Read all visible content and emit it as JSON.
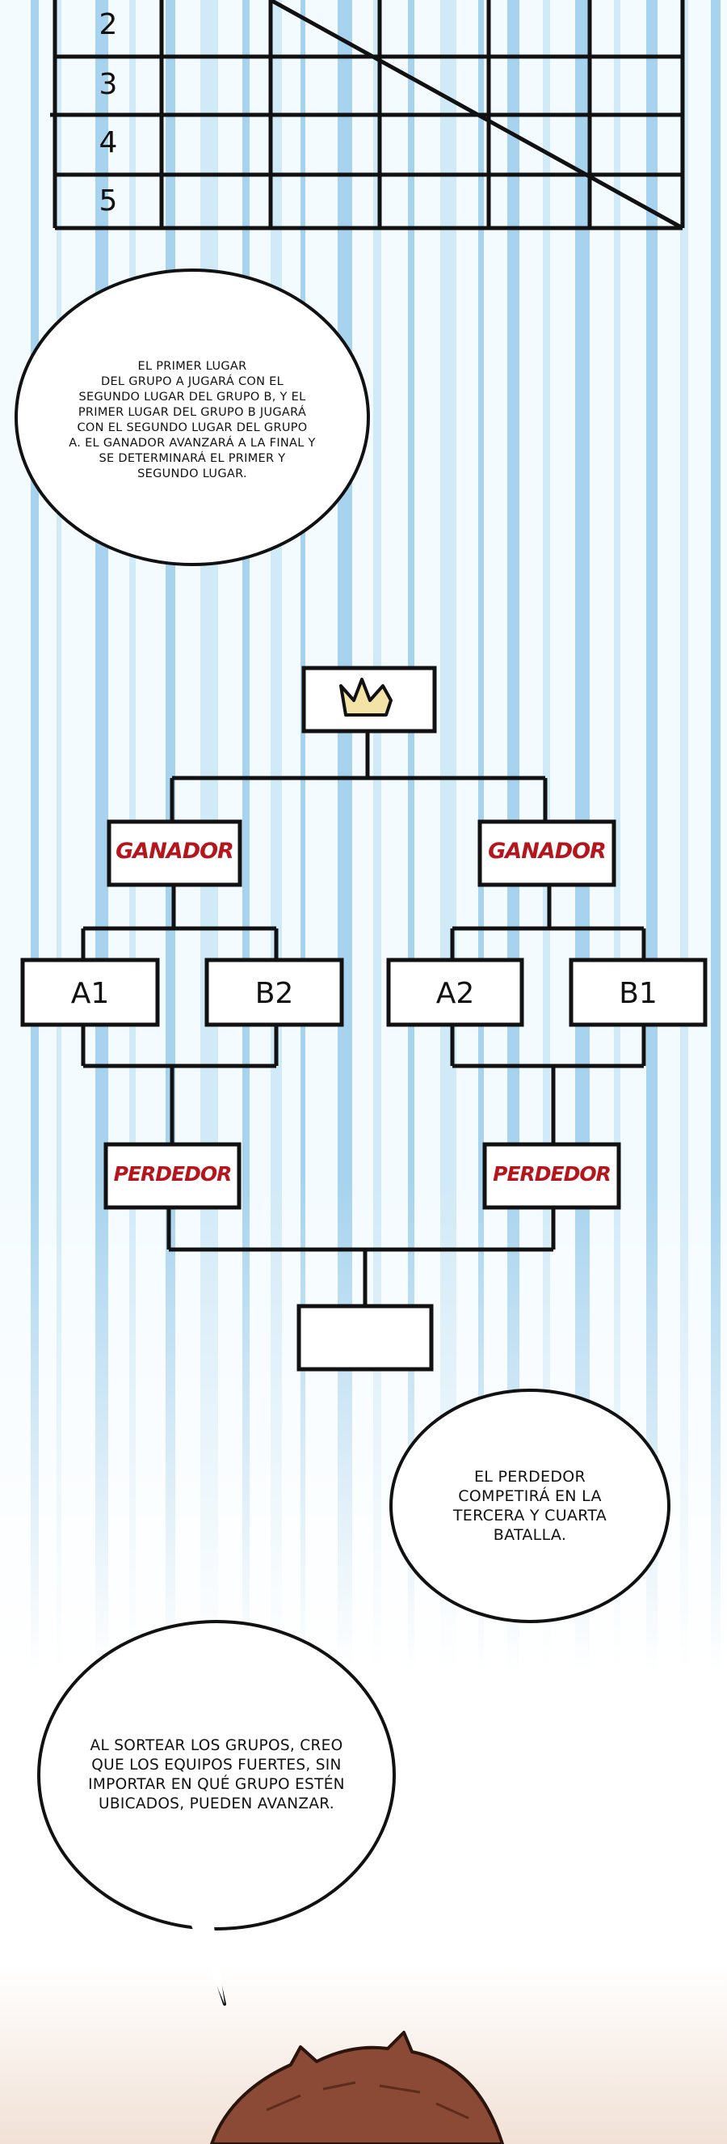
{
  "table": {
    "row_numbers": [
      "2",
      "3",
      "4",
      "5"
    ]
  },
  "bubbles": {
    "top": "EL PRIMER LUGAR\nDEL GRUPO A JUGARÁ CON EL\nSEGUNDO LUGAR DEL GRUPO B, Y EL\nPRIMER LUGAR DEL GRUPO B JUGARÁ\nCON EL SEGUNDO LUGAR DEL GRUPO\nA. EL GANADOR AVANZARÁ A LA FINAL Y\nSE DETERMINARÁ EL PRIMER Y\nSEGUNDO LUGAR.",
    "middle": "EL PERDEDOR\nCOMPETIRÁ EN LA\nTERCERA Y CUARTA\nBATALLA.",
    "bottom": "AL SORTEAR LOS GRUPOS, CREO\nQUE LOS EQUIPOS FUERTES, SIN\nIMPORTAR EN QUÉ GRUPO ESTÉN\nUBICADOS, PUEDEN AVANZAR."
  },
  "bracket": {
    "top_icon": "crown-icon",
    "winner_left": "GANADOR",
    "winner_right": "GANADOR",
    "loser_left": "PERDEDOR",
    "loser_right": "PERDEDOR",
    "teams": [
      "A1",
      "B2",
      "A2",
      "B1"
    ]
  },
  "colors": {
    "stripe_blue": "#8ec6e8",
    "stripe_light": "#cde8f6",
    "label_red": "#b5161e",
    "crown": "#f3e3a6",
    "hair": "#8a4a35"
  }
}
